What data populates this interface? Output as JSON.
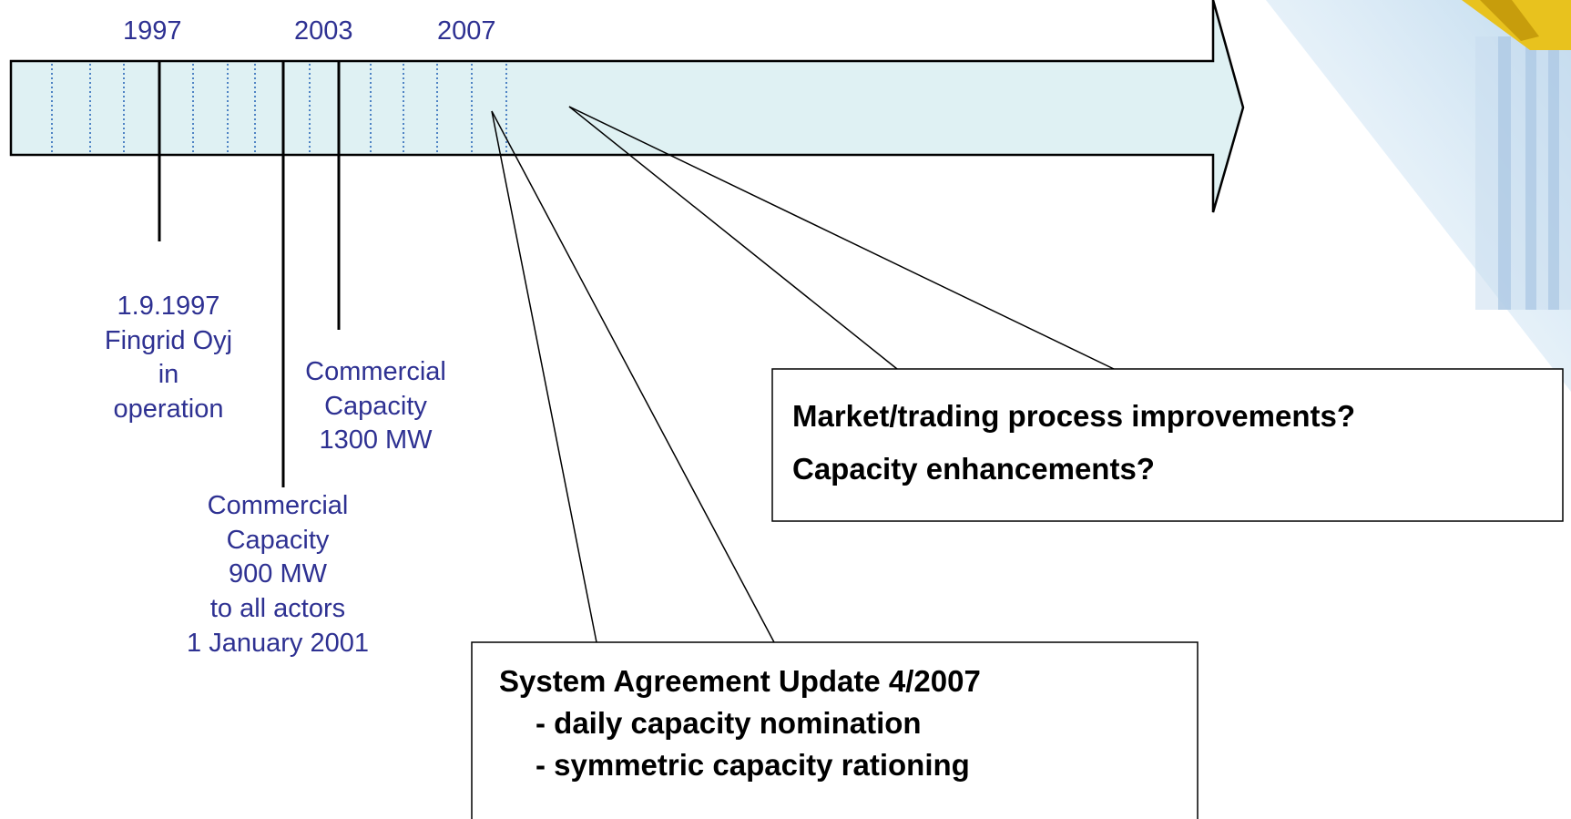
{
  "timeline": {
    "years": [
      "1997",
      "2003",
      "2007"
    ]
  },
  "events": {
    "fingrid": [
      "1.9.1997",
      "Fingrid Oyj",
      "in",
      "operation"
    ],
    "cap1300": [
      "Commercial",
      "Capacity",
      "1300 MW"
    ],
    "cap900": [
      "Commercial",
      "Capacity",
      "900 MW",
      "to all actors",
      "1 January 2001"
    ]
  },
  "boxes": {
    "future": {
      "line1": "Market/trading process improvements?",
      "line2": "Capacity enhancements?"
    },
    "agreement": {
      "title": "System Agreement Update 4/2007",
      "item1": "- daily capacity nomination",
      "item2": "- symmetric capacity rationing"
    }
  },
  "colors": {
    "arrow_fill": "#dff1f3",
    "label_blue": "#2e3192",
    "tick_blue": "#1e5fb4"
  },
  "icons": {
    "corner_decoration": "power-pylon-graphic"
  }
}
